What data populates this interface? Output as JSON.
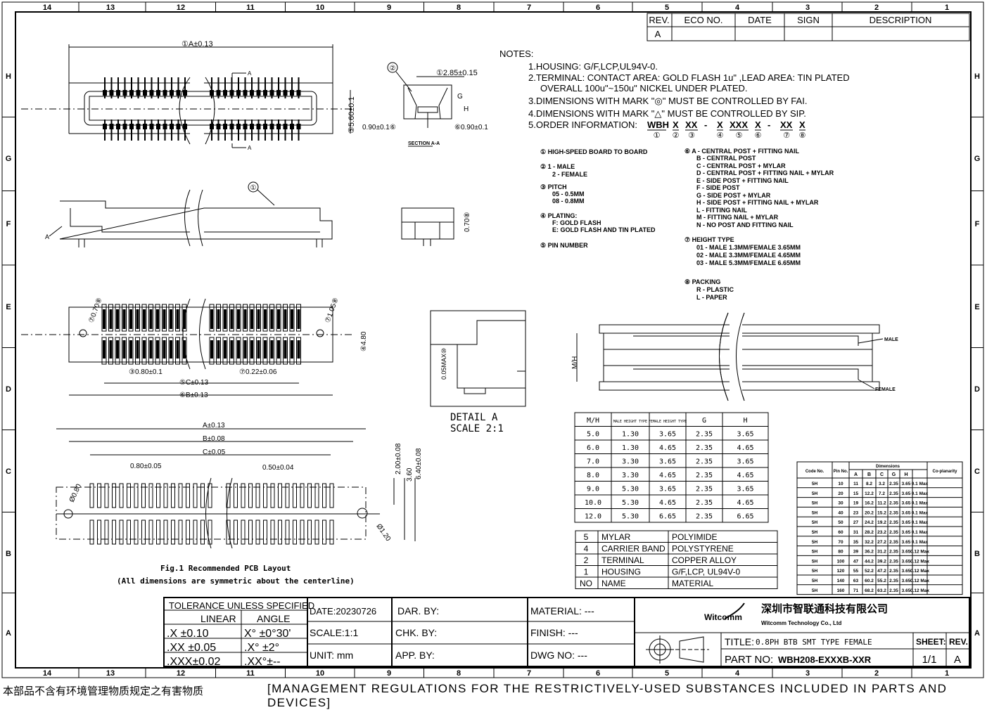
{
  "frame": {
    "columns": [
      "14",
      "13",
      "12",
      "11",
      "10",
      "9",
      "8",
      "7",
      "6",
      "5",
      "4",
      "3",
      "2",
      "1"
    ],
    "rows": [
      "H",
      "G",
      "F",
      "E",
      "D",
      "C",
      "B",
      "A"
    ]
  },
  "revision": {
    "headers": [
      "REV.",
      "ECO NO.",
      "DATE",
      "SIGN",
      "DESCRIPTION"
    ],
    "row": [
      "A",
      "",
      "",
      "",
      ""
    ]
  },
  "top_view": {
    "dim_a": "①A±0.13",
    "dim_width": "⑤5.60±0.1",
    "section_mark": "A"
  },
  "section": {
    "callout": "②",
    "dim_top": "①2.85±0.15",
    "dim_left": "0.90±0.1⑥",
    "dim_right": "⑥0.90±0.1",
    "g_label": "G",
    "h_label": "H",
    "title": "SECTION A-A"
  },
  "side_view": {
    "callout": "①",
    "detail_label": "A",
    "dim_side": "0.70⑧"
  },
  "bottom_view": {
    "dim_hole_left": "⑦0.70⑧",
    "dim_hole_right": "⑦1.05⑧",
    "dim_height": "④4.80",
    "dim_pitch": "③0.80±0.1",
    "dim_c": "⑤C±0.13",
    "dim_pin_width": "⑦0.22±0.06",
    "dim_b": "⑥B±0.13"
  },
  "detail": {
    "dim": "0.05MAX⑩",
    "title": "DETAIL A",
    "scale": "SCALE 2:1"
  },
  "pcb": {
    "dim_a": "A±0.13",
    "dim_b": "B±0.08",
    "dim_c": "C±0.05",
    "dim_pitch": "0.80±0.05",
    "dim_pad": "0.50±0.04",
    "dim_hole_left": "Ø0.80",
    "dim_hole_right": "Ø1.20",
    "dim_2": "2.00±0.08",
    "dim_3": "3.60",
    "dim_4": "6.40±0.08",
    "caption1": "Fig.1 Recommended PCB Layout",
    "caption2": "(All dimensions are symmetric about the centerline)"
  },
  "notes": {
    "heading": "NOTES:",
    "lines": [
      "1.HOUSING: G/F,LCP,UL94V-0.",
      "2.TERMINAL: CONTACT AREA: GOLD FLASH 1u\" ,LEAD AREA: TIN PLATED",
      "OVERALL 100u\"~150u\" NICKEL UNDER PLATED.",
      "3.DIMENSIONS WITH MARK \"◎\" MUST BE CONTROLLED BY FAI.",
      "4.DIMENSIONS WITH MARK \"△\" MUST BE CONTROLLED BY SIP.",
      "5.ORDER INFORMATION:"
    ],
    "order_code": [
      "WBH",
      "X",
      "XX",
      "-",
      "X",
      "XXX",
      "X",
      "-",
      "XX",
      "X"
    ],
    "order_index": [
      "①",
      "②",
      "③",
      "",
      "④",
      "⑤",
      "⑥",
      "",
      "⑦",
      "⑧"
    ]
  },
  "order_legend_left": [
    "① HIGH-SPEED BOARD TO BOARD",
    "② 1 - MALE",
    "2 - FEMALE",
    "③ PITCH",
    "05 - 0.5MM",
    "08 - 0.8MM",
    "④ PLATING:",
    "F: GOLD FLASH",
    "E: GOLD FLASH AND TIN PLATED",
    "⑤ PIN NUMBER"
  ],
  "order_legend_right": [
    "⑥ A - CENTRAL POST + FITTING NAIL",
    "B - CENTRAL POST",
    "C - CENTRAL POST + MYLAR",
    "D - CENTRAL POST + FITTING NAIL  + MYLAR",
    "E - SIDE POST + FITTING NAIL",
    "F - SIDE POST",
    "G - SIDE POST + MYLAR",
    "H - SIDE POST + FITTING NAIL + MYLAR",
    "L - FITTING NAIL",
    "M - FITTING NAIL + MYLAR",
    "N - NO POST AND FITTING NAIL",
    "⑦ HEIGHT TYPE",
    "01 - MALE 1.3MM/FEMALE 3.65MM",
    "02 - MALE 3.3MM/FEMALE 4.65MM",
    "03 - MALE 5.3MM/FEMALE 6.65MM",
    "⑧ PACKING",
    "R - PLASTIC",
    "L - PAPER"
  ],
  "mated_view": {
    "male": "MALE",
    "female": "FEMALE",
    "mh": "M/H"
  },
  "height_table": {
    "headers": [
      "M/H",
      "MALE HEIGHT TYPE",
      "FEMALE HEIGHT TYPE",
      "G",
      "H"
    ],
    "rows": [
      [
        "5.0",
        "1.30",
        "3.65",
        "2.35",
        "3.65"
      ],
      [
        "6.0",
        "1.30",
        "4.65",
        "2.35",
        "4.65"
      ],
      [
        "7.0",
        "3.30",
        "3.65",
        "2.35",
        "3.65"
      ],
      [
        "8.0",
        "3.30",
        "4.65",
        "2.35",
        "4.65"
      ],
      [
        "9.0",
        "5.30",
        "3.65",
        "2.35",
        "3.65"
      ],
      [
        "10.0",
        "5.30",
        "4.65",
        "2.35",
        "4.65"
      ],
      [
        "12.0",
        "5.30",
        "6.65",
        "2.35",
        "6.65"
      ]
    ]
  },
  "material_table": {
    "rows": [
      [
        "5",
        "MYLAR",
        "POLYIMIDE"
      ],
      [
        "4",
        "CARRIER BAND",
        "POLYSTYRENE"
      ],
      [
        "2",
        "TERMINAL",
        "COPPER ALLOY"
      ],
      [
        "1",
        "HOUSING",
        "G/F,LCP, UL94V-0"
      ],
      [
        "NO",
        "NAME",
        "MATERIAL"
      ]
    ]
  },
  "dimension_table": {
    "headers": [
      "Code No.",
      "Pin No.",
      "Dimensions",
      "A",
      "B",
      "C",
      "G",
      "H",
      "Co-planarity"
    ],
    "rows": [
      [
        "5H",
        "10",
        "11",
        "8.2",
        "3.2",
        "2.35",
        "3.65",
        "0.1 Max"
      ],
      [
        "5H",
        "20",
        "15",
        "12.2",
        "7.2",
        "2.35",
        "3.65",
        "0.1 Max"
      ],
      [
        "5H",
        "30",
        "19",
        "16.2",
        "11.2",
        "2.35",
        "3.65",
        "0.1 Max"
      ],
      [
        "5H",
        "40",
        "23",
        "20.2",
        "15.2",
        "2.35",
        "3.65",
        "0.1 Max"
      ],
      [
        "5H",
        "50",
        "27",
        "24.2",
        "19.2",
        "2.35",
        "3.65",
        "0.1 Max"
      ],
      [
        "5H",
        "60",
        "31",
        "28.2",
        "23.2",
        "2.35",
        "3.65",
        "0.1 Max"
      ],
      [
        "5H",
        "70",
        "35",
        "32.2",
        "27.2",
        "2.35",
        "3.65",
        "0.1 Max"
      ],
      [
        "5H",
        "80",
        "39",
        "36.2",
        "31.2",
        "2.35",
        "3.65",
        "0.12 Max"
      ],
      [
        "5H",
        "100",
        "47",
        "44.2",
        "39.2",
        "2.35",
        "3.65",
        "0.12 Max"
      ],
      [
        "5H",
        "120",
        "55",
        "52.2",
        "47.2",
        "2.35",
        "3.65",
        "0.12 Max"
      ],
      [
        "5H",
        "140",
        "63",
        "60.2",
        "55.2",
        "2.35",
        "3.65",
        "0.12 Max"
      ],
      [
        "5H",
        "160",
        "71",
        "68.2",
        "63.2",
        "2.35",
        "3.65",
        "0.12 Max"
      ]
    ]
  },
  "title_block": {
    "tolerance_title": "TOLERANCE UNLESS SPECIFIED",
    "linear": "LINEAR",
    "angle": "ANGLE",
    "lin": [
      ".X   ±0.10",
      ".XX  ±0.05",
      ".XXX±0.02"
    ],
    "ang": [
      "X°  ±0°30'",
      ".X°  ±2°",
      ".XX°±--"
    ],
    "date": "DATE:20230726",
    "scale": "SCALE:1:1",
    "unit": "UNIT: mm",
    "drawn": "DAR.  BY:",
    "checked": "CHK.  BY:",
    "approved": "APP.  BY:",
    "material": "MATERIAL: ---",
    "finish": "FINISH:    ---",
    "dwg_no": "DWG  NO:  ---",
    "company_cn": "深圳市智联通科技有限公司",
    "company_en": "Witcomm Technology Co., Ltd",
    "logo": "Witcomm",
    "title_label": "TITLE:",
    "title_value": "0.8PH BTB SMT TYPE FEMALE",
    "part_label": "PART  NO:",
    "part_value": "WBH208-EXXXB-XXR",
    "sheet_label": "SHEET:",
    "sheet_value": "1/1",
    "rev_label": "REV.",
    "rev_value": "A"
  },
  "footer": {
    "cn": "本部品不含有环境管理物质规定之有害物质",
    "en": "[MANAGEMENT REGULATIONS FOR THE RESTRICTIVELY-USED SUBSTANCES INCLUDED IN PARTS AND DEVICES]"
  }
}
